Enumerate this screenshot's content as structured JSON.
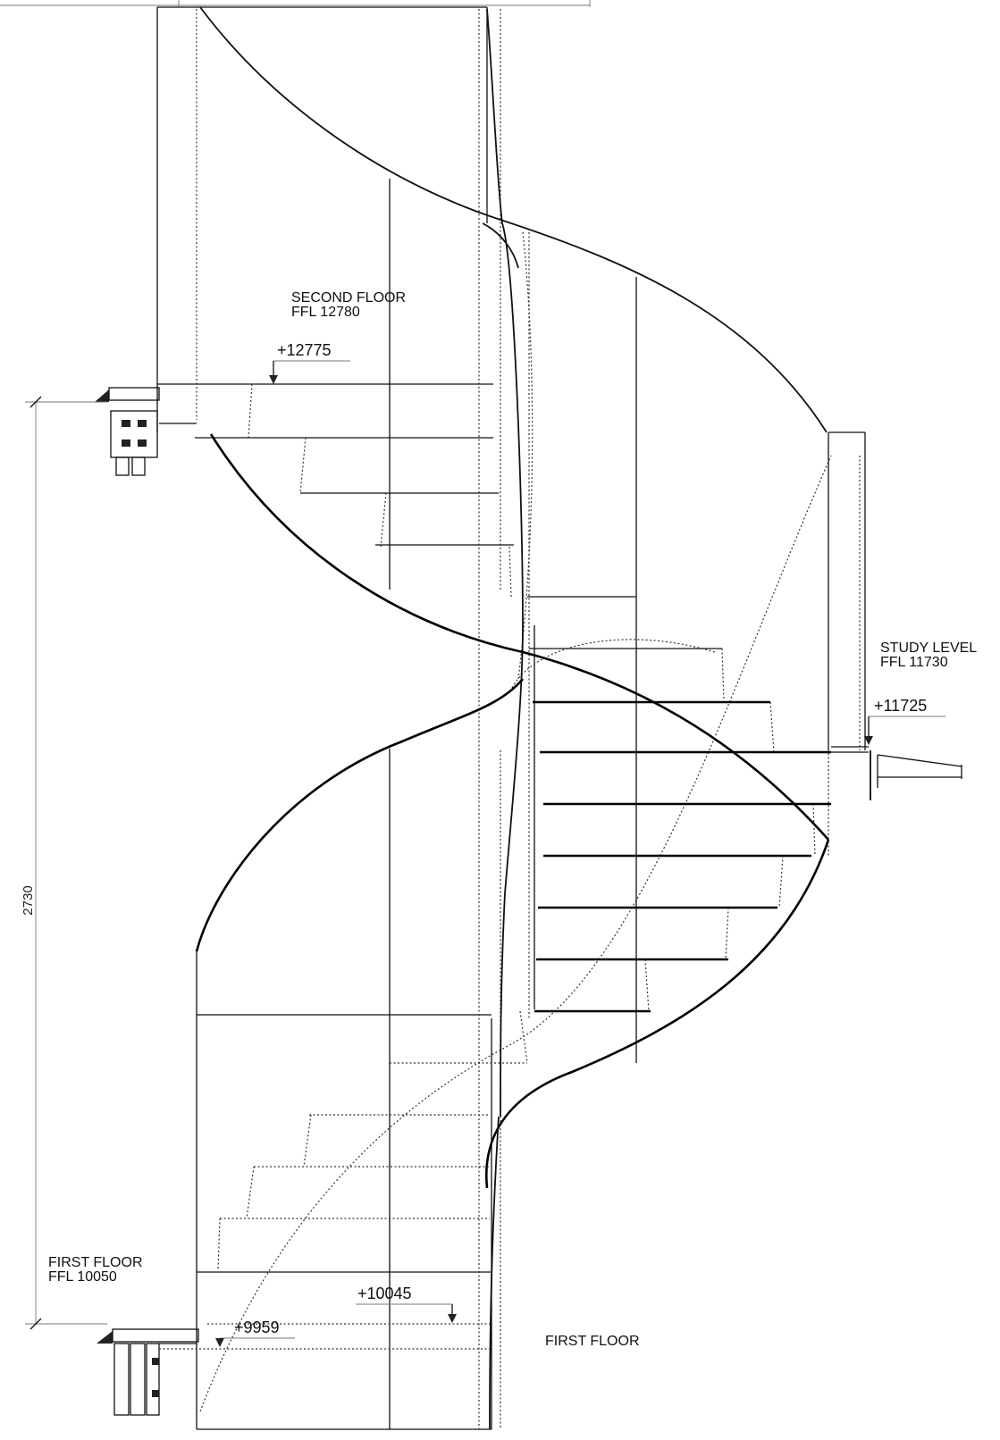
{
  "labels": {
    "second_floor": {
      "name": "SECOND FLOOR",
      "ffl": "FFL 12780"
    },
    "study_level": {
      "name": "STUDY LEVEL",
      "ffl": "FFL 11730"
    },
    "first_floor_left": {
      "name": "FIRST FLOOR",
      "ffl": "FFL 10050"
    },
    "first_floor_bottom": "FIRST FLOOR"
  },
  "level_marks": {
    "second": "+12775",
    "study": "+11725",
    "first_upper": "+10045",
    "first_lower": "+9959"
  },
  "dimension": {
    "overall_height": "2730"
  }
}
